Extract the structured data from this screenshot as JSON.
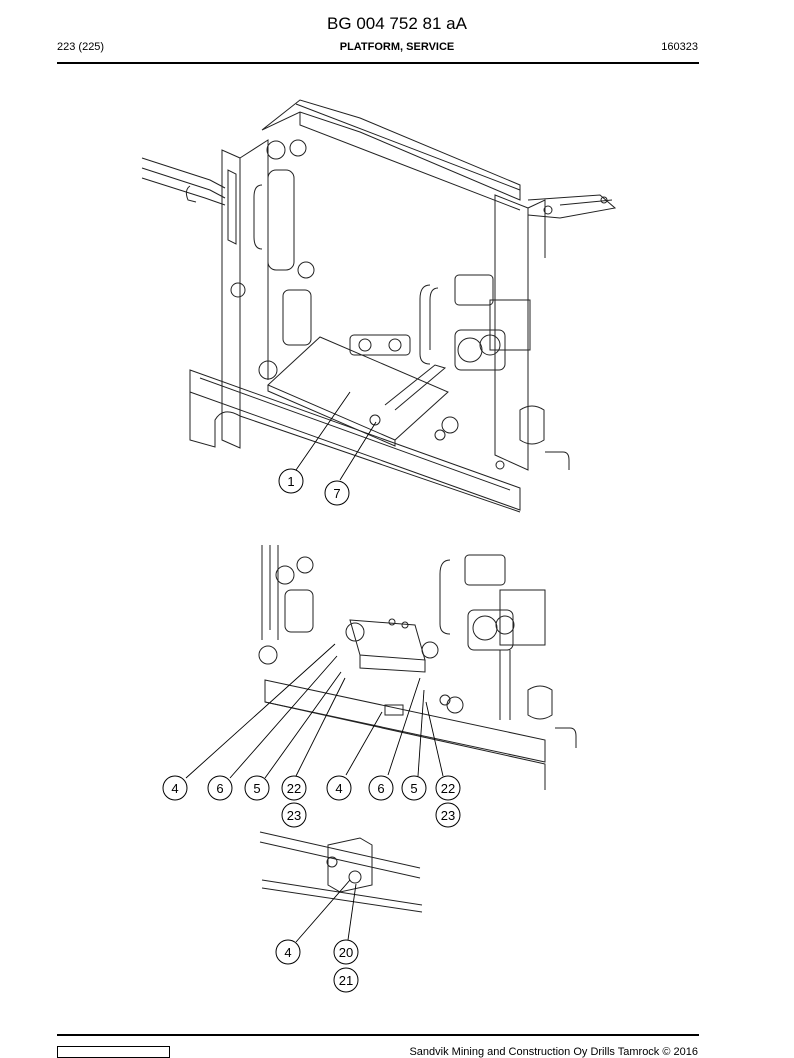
{
  "document": {
    "id": "BG 004 752 81 aA",
    "page": "223 (225)",
    "section": "PLATFORM, SERVICE",
    "date": "160323"
  },
  "callouts": {
    "view1": [
      "1",
      "7"
    ],
    "view2": [
      "4",
      "6",
      "5",
      "22",
      "23",
      "4",
      "6",
      "5",
      "22",
      "23"
    ],
    "view3": [
      "4",
      "20",
      "21"
    ]
  },
  "footer": {
    "copyright": "Sandvik Mining and Construction Oy Drills Tamrock © 2016"
  }
}
